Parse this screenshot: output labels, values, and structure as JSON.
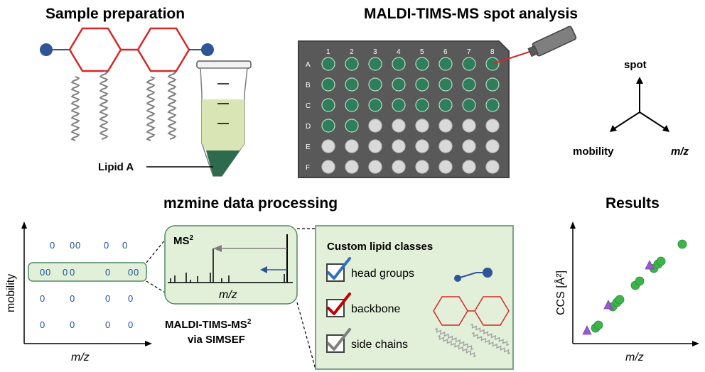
{
  "titles": {
    "sample_preparation": "Sample preparation",
    "spot_analysis": "MALDI-TIMS-MS spot analysis",
    "data_processing": "mzmine data processing",
    "results": "Results"
  },
  "sample": {
    "lipid_label": "Lipid A"
  },
  "plate": {
    "columns": [
      "1",
      "2",
      "3",
      "4",
      "5",
      "6",
      "7",
      "8"
    ],
    "rows": [
      "A",
      "B",
      "C",
      "D",
      "E",
      "F"
    ],
    "filled_counts": [
      8,
      8,
      8,
      2,
      0,
      0
    ],
    "colors": {
      "plate": "#595959",
      "filled": "#2e7d5b",
      "empty": "#d9d9d9"
    }
  },
  "axes3d": {
    "up": "spot",
    "left": "mobility",
    "right": "m/z"
  },
  "heatmap": {
    "ylabel": "mobility",
    "xlabel": "m/z",
    "glyph": "0"
  },
  "ms2": {
    "title": "MS",
    "title_sup": "2",
    "xlabel": "m/z",
    "caption_line1": "MALDI-TIMS-MS",
    "caption_sup": "2",
    "caption_line2": "via SIMSEF"
  },
  "custom": {
    "title": "Custom lipid classes",
    "items": [
      {
        "label": "head groups",
        "check_color": "#2f6fc2"
      },
      {
        "label": "backbone",
        "check_color": "#c00000"
      },
      {
        "label": "side chains",
        "check_color": "#7f7f7f"
      }
    ]
  },
  "results": {
    "ylabel": "CCS [Å²]",
    "xlabel": "m/z"
  },
  "colors": {
    "accent_green": "#e2f0d9",
    "green_border": "#4f8c64",
    "hexagon": "#d62728",
    "blue": "#1f4e9c",
    "violet": "#9b59d0",
    "scatter_green": "#3cb44b"
  }
}
